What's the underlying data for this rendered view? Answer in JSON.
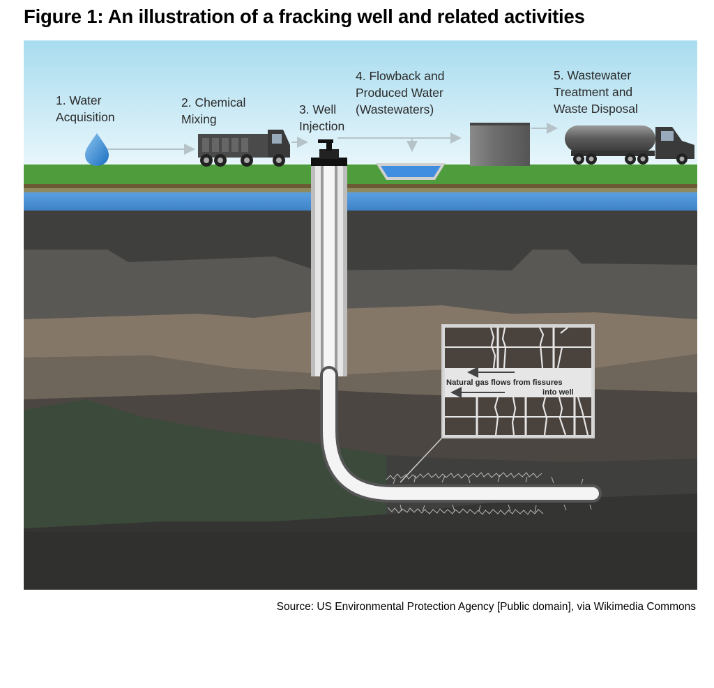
{
  "title": "Figure 1: An illustration of a fracking well and related activities",
  "steps": [
    {
      "line1": "1. Water",
      "line2": "Acquisition"
    },
    {
      "line1": "2. Chemical",
      "line2": "Mixing"
    },
    {
      "line1": "3. Well",
      "line2": "Injection"
    },
    {
      "line1": "4. Flowback and",
      "line2": "Produced Water",
      "line3": "(Wastewaters)"
    },
    {
      "line1": "5. Wastewater",
      "line2": "Treatment and",
      "line3": "Waste Disposal"
    }
  ],
  "inset": {
    "line1": "Natural gas flows from fissures",
    "line2": "into well"
  },
  "source": "Source: US Environmental Protection Agency [Public domain], via Wikimedia Commons",
  "colors": {
    "sky_top": "#a9dbee",
    "grass": "#4f9c3c",
    "aquifer": "#4a8fd1",
    "rock_dark": "#3e3e3c",
    "rock_tan": "#86786a",
    "rock_green": "#3c4a3a",
    "well": "#f2f2f2"
  }
}
